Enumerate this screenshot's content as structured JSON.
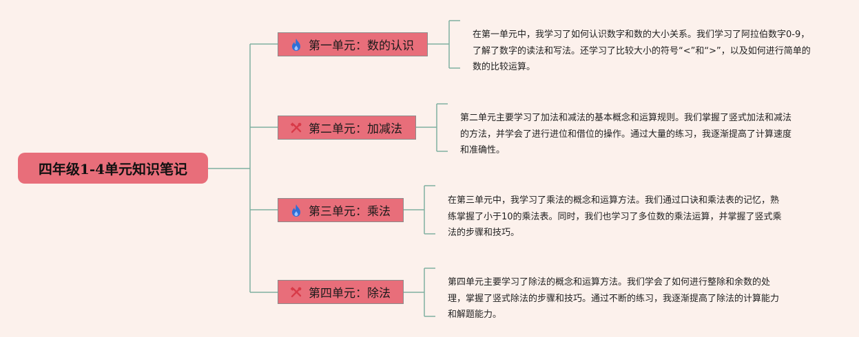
{
  "root": {
    "title": "四年级1-4单元知识笔记"
  },
  "units": [
    {
      "label": "第一单元：数的认识",
      "icon": "flame-icon",
      "description": "在第一单元中，我学习了如何认识数字和数的大小关系。我们学习了阿拉伯数字0-9，了解了数字的读法和写法。还学习了比较大小的符号“<”和“>”，以及如何进行简单的数的比较运算。"
    },
    {
      "label": "第二单元：加减法",
      "icon": "tools-icon",
      "description": "第二单元主要学习了加法和减法的基本概念和运算规则。我们掌握了竖式加法和减法的方法，并学会了进行进位和借位的操作。通过大量的练习，我逐渐提高了计算速度和准确性。"
    },
    {
      "label": "第三单元：乘法",
      "icon": "flame-icon",
      "description": "在第三单元中，我学习了乘法的概念和运算方法。我们通过口诀和乘法表的记忆，熟练掌握了小于10的乘法表。同时，我们也学习了多位数的乘法运算，并掌握了竖式乘法的步骤和技巧。"
    },
    {
      "label": "第四单元：除法",
      "icon": "tools-icon",
      "description": "第四单元主要学习了除法的概念和运算方法。我们学会了如何进行整除和余数的处理，掌握了竖式除法的步骤和技巧。通过不断的练习，我逐渐提高了除法的计算能力和解题能力。"
    }
  ],
  "colors": {
    "node_fill": "#e86e7a",
    "connector": "#7fb0a0",
    "background": "#fcf1ec",
    "flame": "#2f6fd6",
    "tools": "#d83a48"
  }
}
